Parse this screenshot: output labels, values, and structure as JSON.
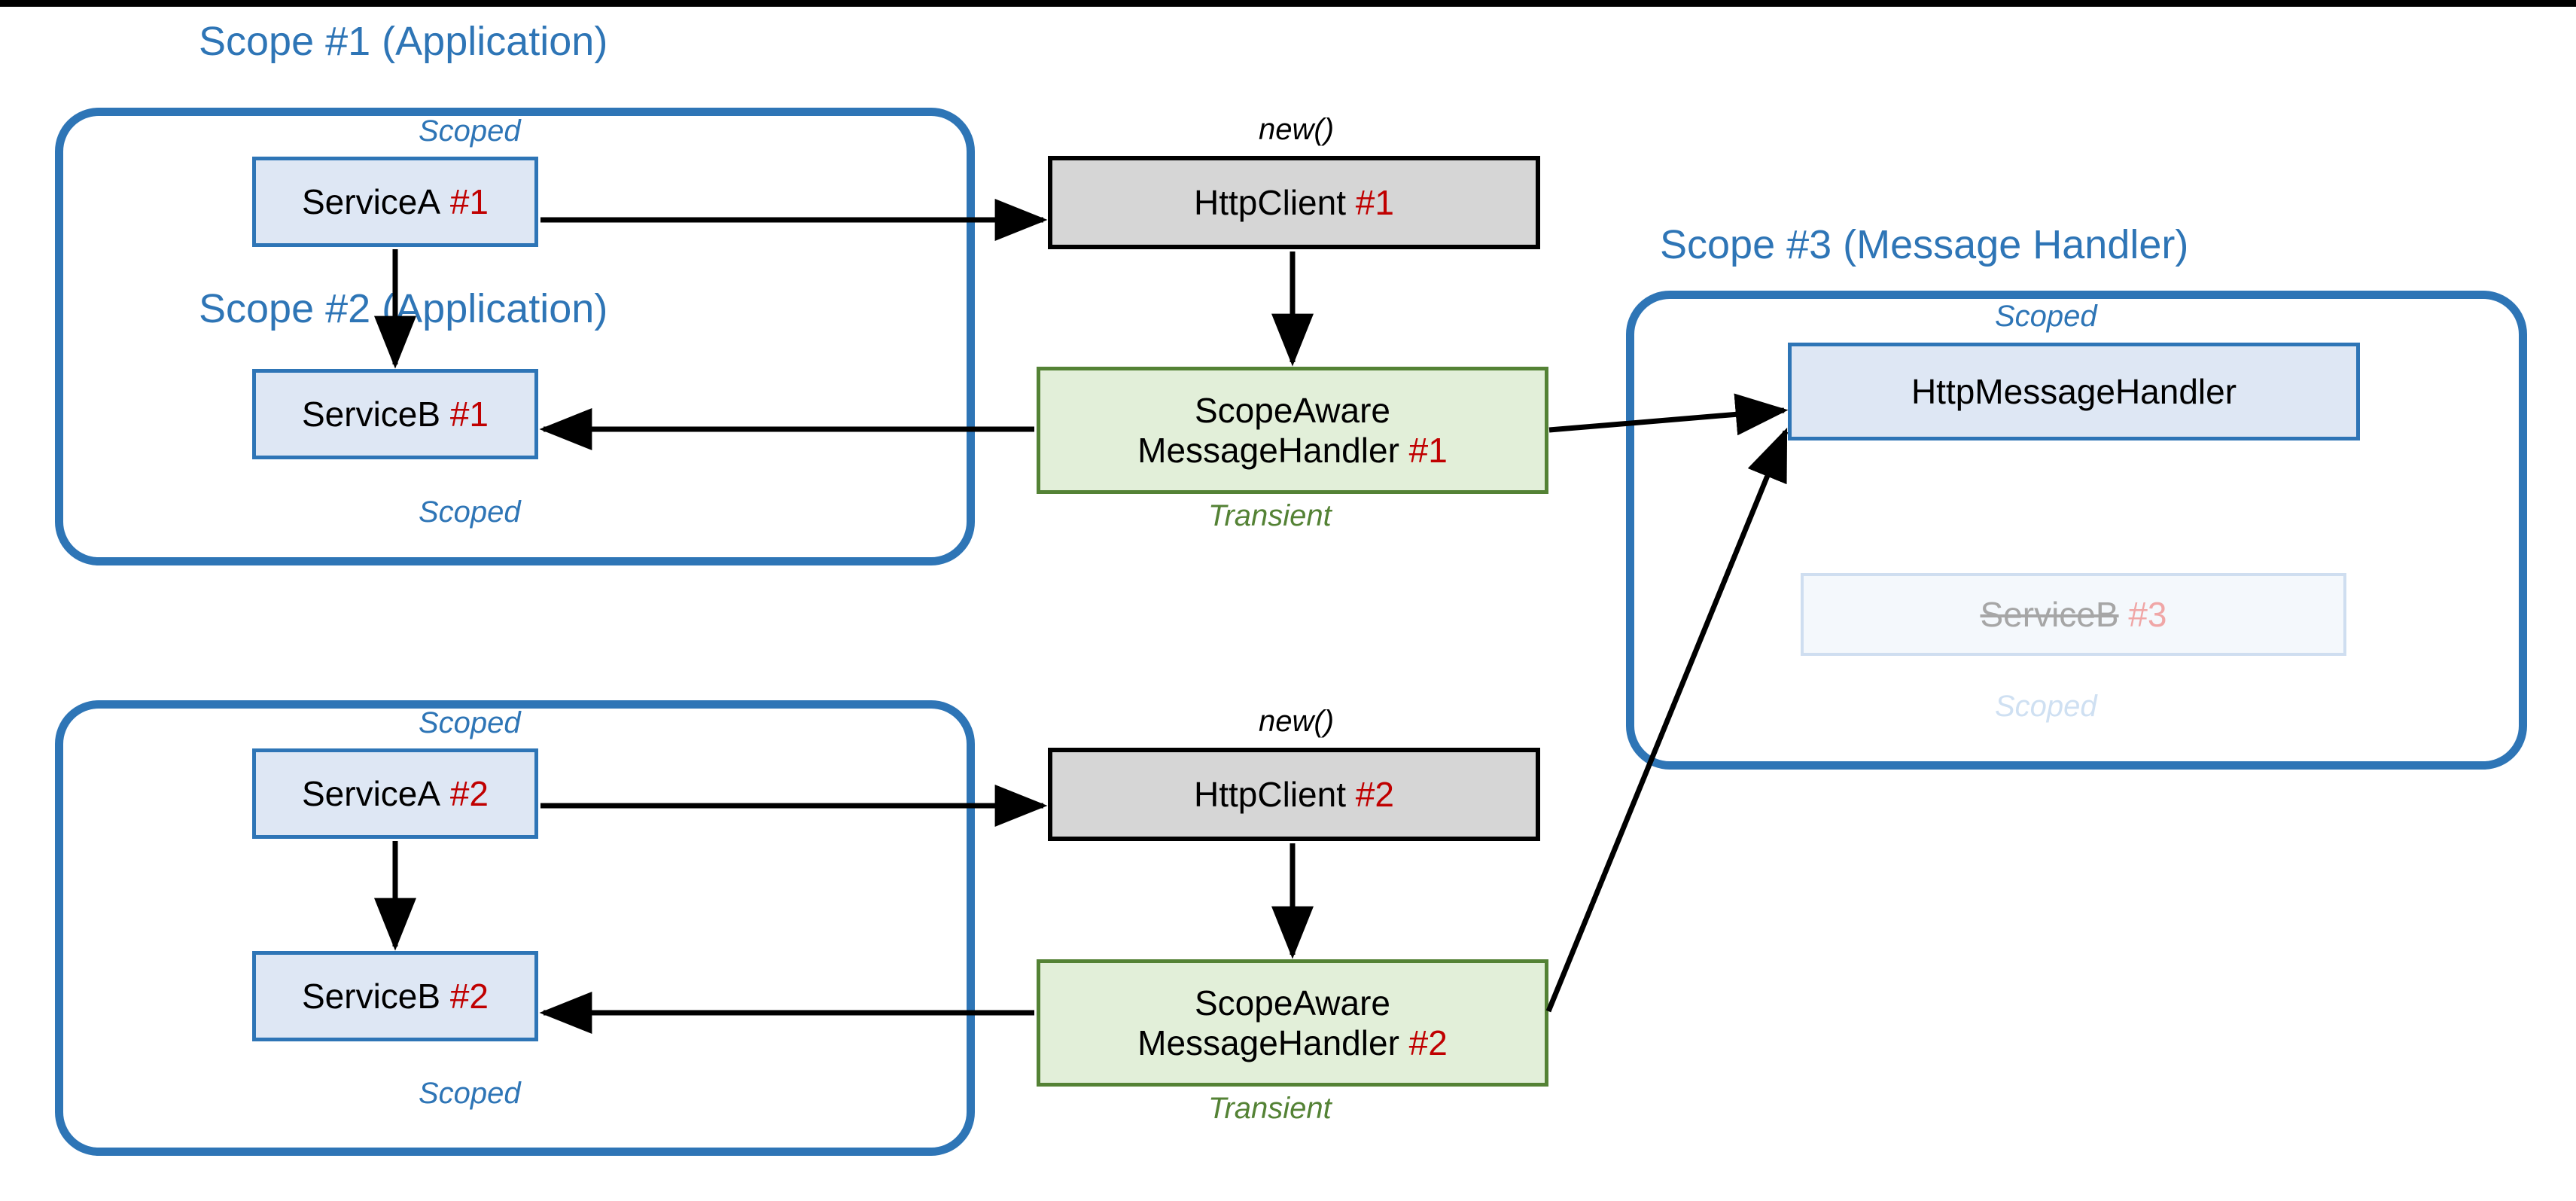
{
  "diagram": {
    "title_color": "#2e75b6",
    "accent_red": "#c00000",
    "accent_green": "#548235",
    "scopes": [
      {
        "title": "Scope #1 (Application)"
      },
      {
        "title": "Scope #2 (Application)"
      },
      {
        "title": "Scope #3 (Message Handler)"
      }
    ],
    "labels": {
      "scoped": "Scoped",
      "transient": "Transient",
      "new_call": "new()"
    },
    "nodes": {
      "service_a_1": {
        "name": "ServiceA",
        "num": "#1"
      },
      "service_b_1": {
        "name": "ServiceB",
        "num": "#1"
      },
      "http_client_1": {
        "name": "HttpClient",
        "num": "#1"
      },
      "handler_1_line1": "ScopeAware",
      "handler_1_line2": "MessageHandler",
      "handler_1_num": "#1",
      "service_a_2": {
        "name": "ServiceA",
        "num": "#2"
      },
      "service_b_2": {
        "name": "ServiceB",
        "num": "#2"
      },
      "http_client_2": {
        "name": "HttpClient",
        "num": "#2"
      },
      "handler_2_line1": "ScopeAware",
      "handler_2_line2": "MessageHandler",
      "handler_2_num": "#2",
      "http_message_handler": "HttpMessageHandler",
      "service_b_3": {
        "name": "ServiceB",
        "num": "#3"
      }
    }
  }
}
